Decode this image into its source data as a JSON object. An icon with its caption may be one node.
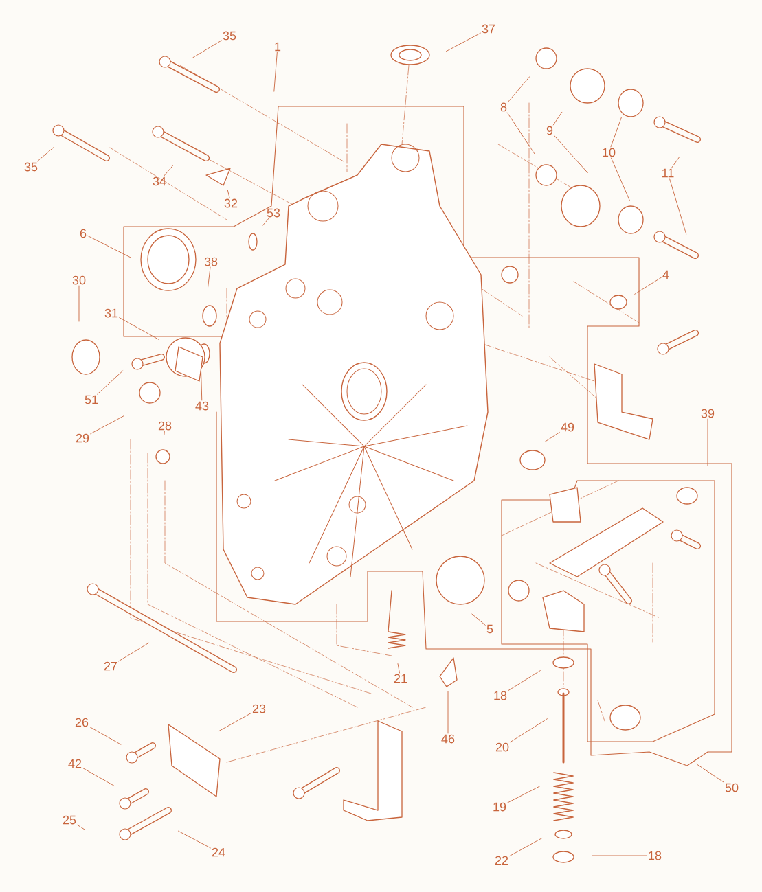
{
  "diagram": {
    "nodes": [
      {
        "text": [
          "35"
        ]
      },
      {
        "text": [
          "1"
        ]
      },
      {
        "text": [
          "37"
        ]
      },
      {
        "text": [
          "8"
        ]
      },
      {
        "text": [
          "9"
        ]
      },
      {
        "text": [
          "10"
        ]
      },
      {
        "text": [
          "11"
        ]
      },
      {
        "text": [
          "35"
        ]
      },
      {
        "text": [
          "34"
        ]
      },
      {
        "text": [
          "32"
        ]
      },
      {
        "text": [
          "53"
        ]
      },
      {
        "text": [
          "6"
        ]
      },
      {
        "text": [
          "38"
        ]
      },
      {
        "text": [
          "30"
        ]
      },
      {
        "text": [
          "31"
        ]
      },
      {
        "text": [
          "4"
        ]
      },
      {
        "text": [
          "51"
        ]
      },
      {
        "text": [
          "43"
        ]
      },
      {
        "text": [
          "29"
        ]
      },
      {
        "text": [
          "28"
        ]
      },
      {
        "text": [
          "49"
        ]
      },
      {
        "text": [
          "39"
        ]
      },
      {
        "text": [
          "5"
        ]
      },
      {
        "text": [
          "27"
        ]
      },
      {
        "text": [
          "21"
        ]
      },
      {
        "text": [
          "46"
        ]
      },
      {
        "text": [
          "18"
        ]
      },
      {
        "text": [
          "23"
        ]
      },
      {
        "text": [
          "26"
        ]
      },
      {
        "text": [
          "20"
        ]
      },
      {
        "text": [
          "42"
        ]
      },
      {
        "text": [
          "50"
        ]
      },
      {
        "text": [
          "19"
        ]
      },
      {
        "text": [
          "25"
        ]
      },
      {
        "text": [
          "24"
        ]
      },
      {
        "text": [
          "22"
        ]
      },
      {
        "text": [
          "18"
        ]
      }
    ],
    "edges": [
      {
        "from": 0,
        "to": null,
        "arrow": "none"
      },
      {
        "from": 1,
        "to": null,
        "arrow": "none"
      },
      {
        "from": 2,
        "to": null,
        "arrow": "none"
      },
      {
        "from": 3,
        "to": null,
        "arrow": "none"
      },
      {
        "from": 3,
        "to": null,
        "arrow": "none"
      },
      {
        "from": 4,
        "to": null,
        "arrow": "none"
      },
      {
        "from": 4,
        "to": null,
        "arrow": "none"
      },
      {
        "from": 5,
        "to": null,
        "arrow": "none"
      },
      {
        "from": 5,
        "to": null,
        "arrow": "none"
      },
      {
        "from": 6,
        "to": null,
        "arrow": "none"
      },
      {
        "from": 6,
        "to": null,
        "arrow": "none"
      },
      {
        "from": 7,
        "to": null,
        "arrow": "none"
      },
      {
        "from": 8,
        "to": null,
        "arrow": "none"
      },
      {
        "from": 9,
        "to": null,
        "arrow": "none"
      },
      {
        "from": 10,
        "to": null,
        "arrow": "none"
      },
      {
        "from": 11,
        "to": null,
        "arrow": "none"
      },
      {
        "from": 12,
        "to": null,
        "arrow": "none"
      },
      {
        "from": 13,
        "to": null,
        "arrow": "none"
      },
      {
        "from": 14,
        "to": null,
        "arrow": "none"
      },
      {
        "from": 15,
        "to": null,
        "arrow": "none"
      },
      {
        "from": 16,
        "to": null,
        "arrow": "none"
      },
      {
        "from": 17,
        "to": null,
        "arrow": "none"
      },
      {
        "from": 18,
        "to": null,
        "arrow": "none"
      },
      {
        "from": 19,
        "to": null,
        "arrow": "none"
      },
      {
        "from": 20,
        "to": null,
        "arrow": "none"
      },
      {
        "from": 21,
        "to": null,
        "arrow": "none"
      },
      {
        "from": 22,
        "to": null,
        "arrow": "none"
      },
      {
        "from": 23,
        "to": null,
        "arrow": "none"
      },
      {
        "from": 24,
        "to": null,
        "arrow": "none"
      },
      {
        "from": 25,
        "to": null,
        "arrow": "none"
      },
      {
        "from": 26,
        "to": null,
        "arrow": "none"
      },
      {
        "from": 27,
        "to": null,
        "arrow": "none"
      },
      {
        "from": 28,
        "to": null,
        "arrow": "none"
      },
      {
        "from": 29,
        "to": null,
        "arrow": "none"
      },
      {
        "from": 30,
        "to": null,
        "arrow": "none"
      },
      {
        "from": 31,
        "to": null,
        "arrow": "none"
      },
      {
        "from": 32,
        "to": null,
        "arrow": "none"
      },
      {
        "from": 33,
        "to": null,
        "arrow": "none"
      },
      {
        "from": 34,
        "to": null,
        "arrow": "none"
      },
      {
        "from": 35,
        "to": null,
        "arrow": "none"
      },
      {
        "from": 36,
        "to": null,
        "arrow": "none"
      }
    ]
  }
}
